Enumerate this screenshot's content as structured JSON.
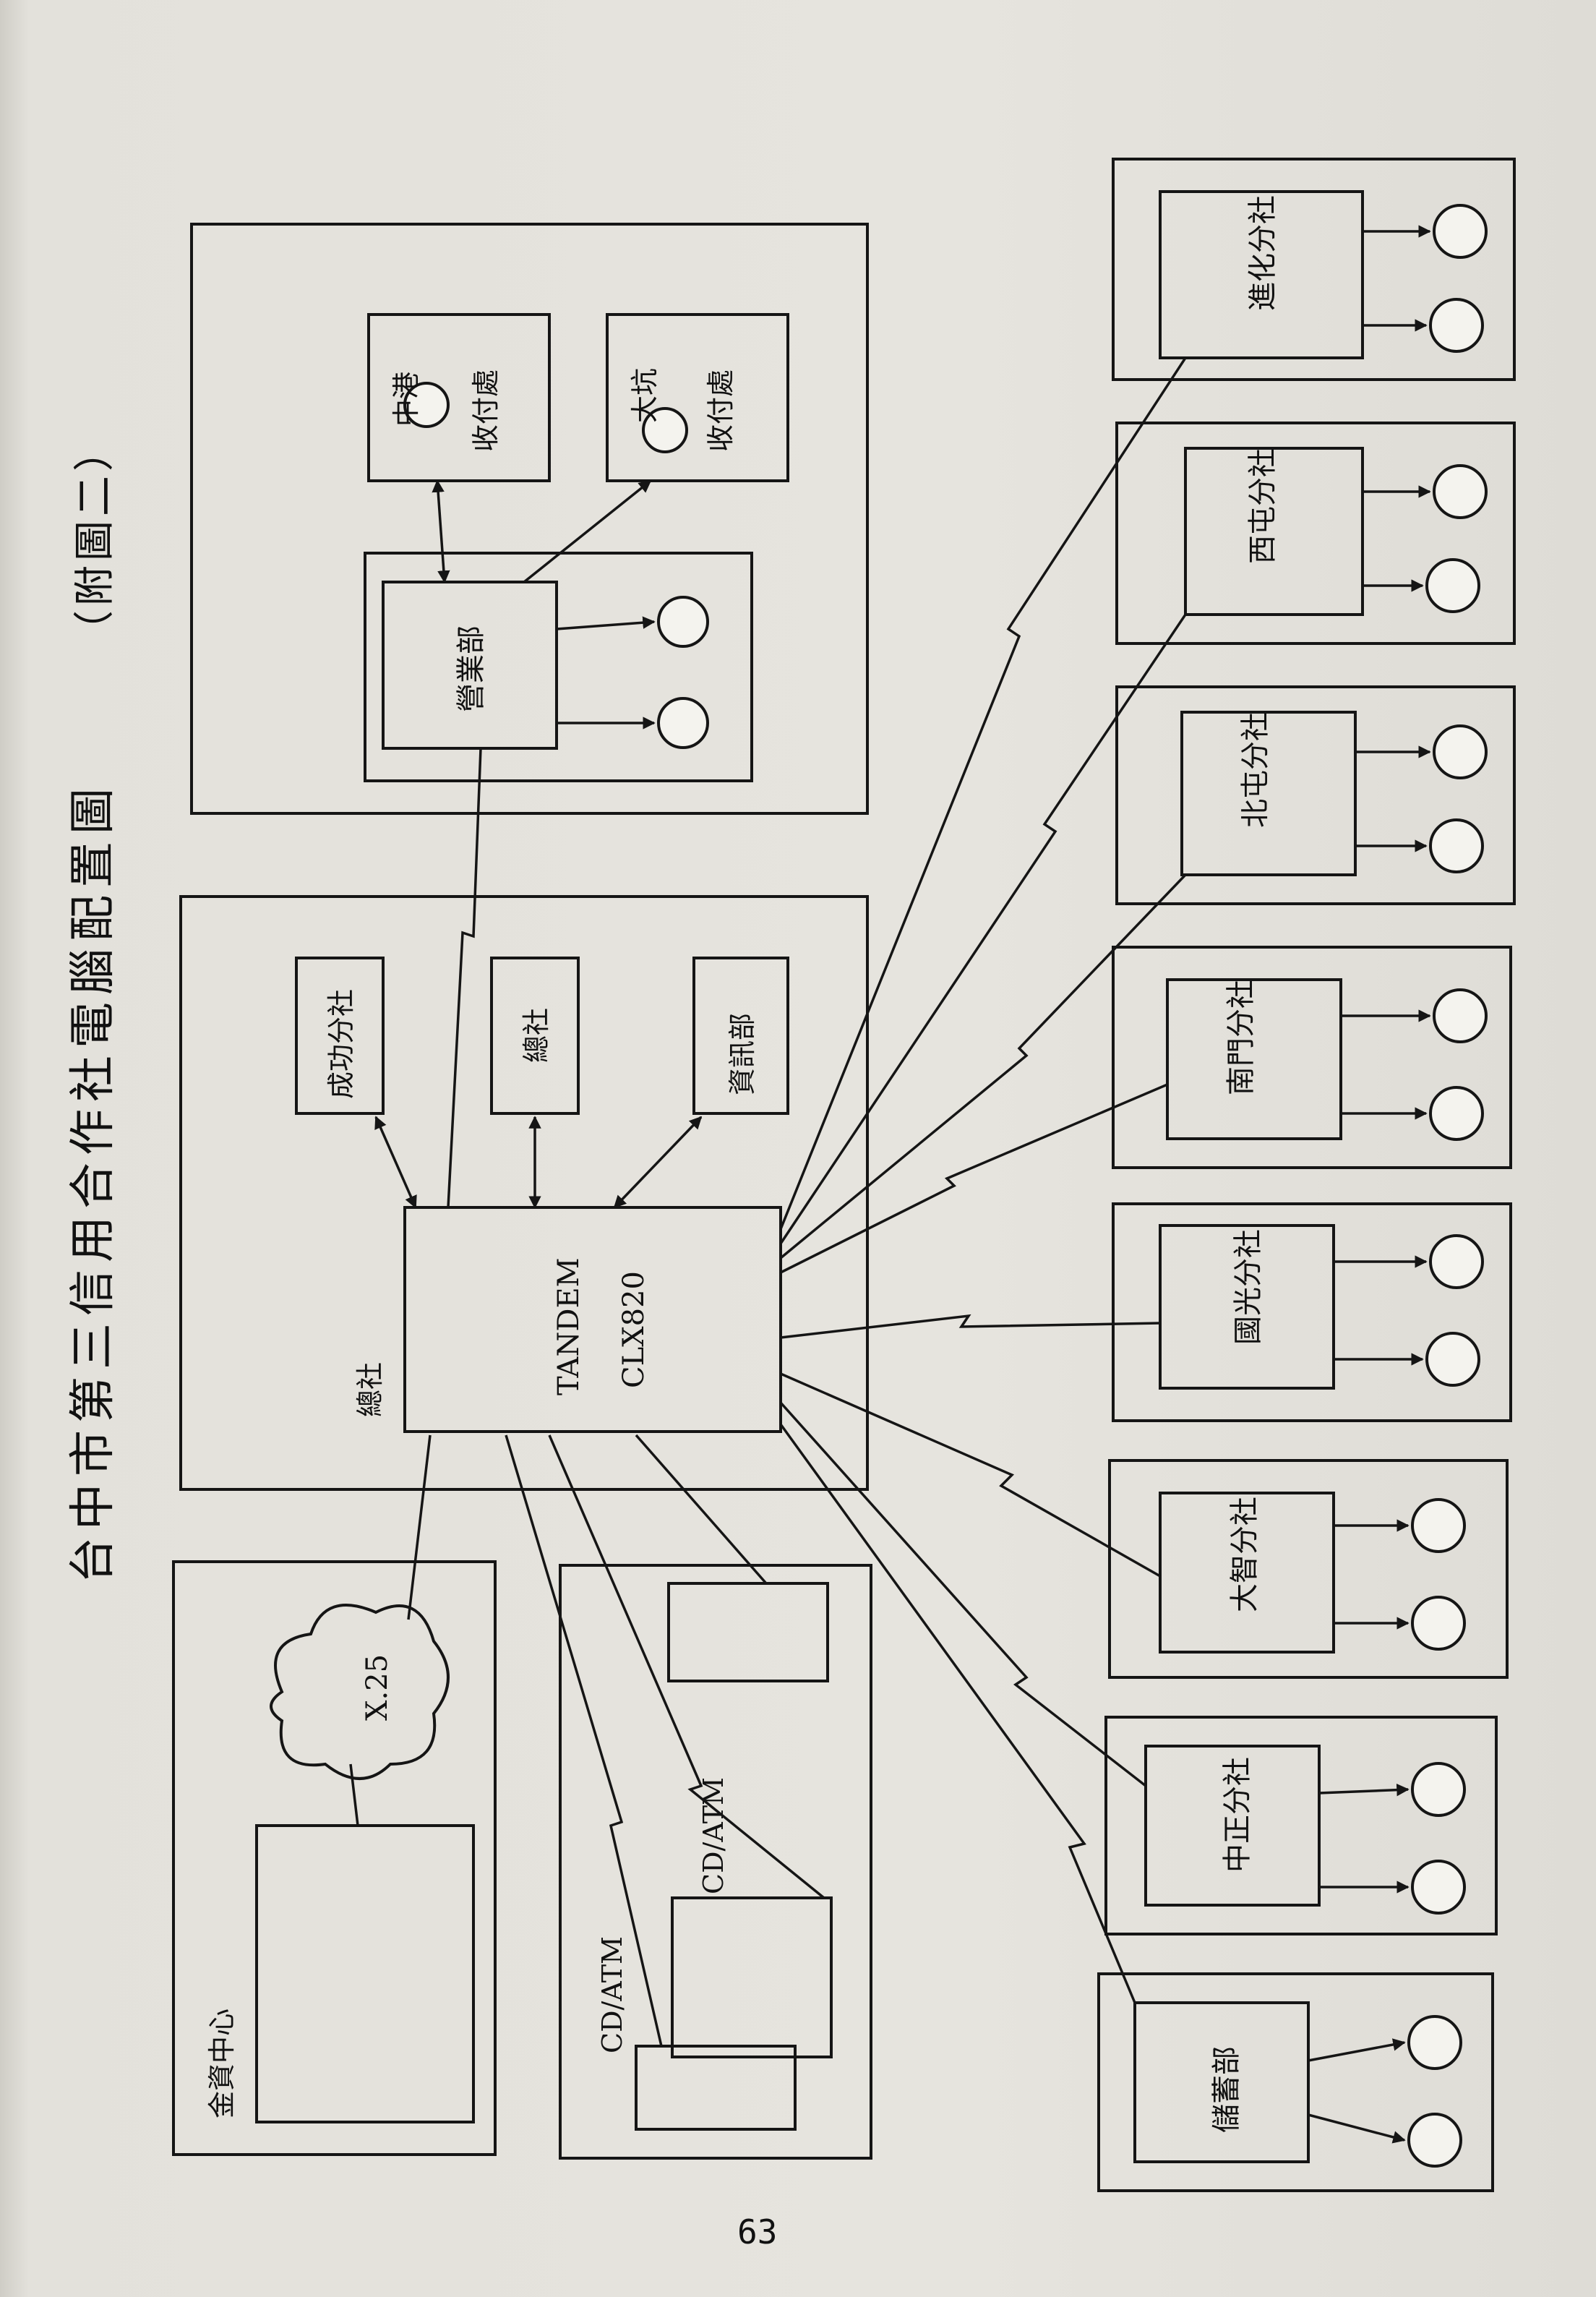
{
  "title": "台中市第三信用合作社電腦配置圖",
  "title_note": "（附圖二）",
  "page_number": "63",
  "top_section": {
    "branch_zhonggang": "中港",
    "branch_zhonggang_sub": "收付處",
    "branch_dakeng": "大坑",
    "branch_dakeng_sub": "收付處",
    "business_dept": "營業部"
  },
  "hq_section": {
    "chenggong_branch": "成功分社",
    "hq_office": "總社",
    "info_dept": "資訊部",
    "hq_label": "總社",
    "mainframe_line1": "TANDEM",
    "mainframe_line2": "CLX820"
  },
  "bottom_section": {
    "network": "X.25",
    "clearing_center": "金資中心",
    "atm_1": "CD/ATM",
    "atm_2": "CD/ATM"
  },
  "branches": [
    "進化分社",
    "西屯分社",
    "北屯分社",
    "南門分社",
    "國光分社",
    "大智分社",
    "中正分社",
    "儲蓄部"
  ]
}
